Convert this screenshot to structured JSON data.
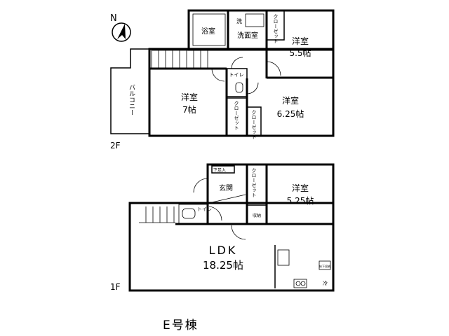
{
  "compass": {
    "north_label": "N"
  },
  "floor2": {
    "floor_label": "2F",
    "bath": "浴室",
    "wash_mark": "洗",
    "washroom": "洗面室",
    "closet_a": "クローゼット",
    "room_a": {
      "name": "洋室",
      "size": "5.5帖"
    },
    "toilet": "トイレ",
    "room_b": {
      "name": "洋室",
      "size": "7帖"
    },
    "closet_b": "クローゼット",
    "closet_c": "クローゼット",
    "room_c": {
      "name": "洋室",
      "size": "6.25帖"
    },
    "balcony": "バルコニー"
  },
  "floor1": {
    "floor_label": "1F",
    "shoe_storage": "下足入",
    "entrance": "玄関",
    "closet": "クローゼット",
    "room": {
      "name": "洋室",
      "size": "5.25帖"
    },
    "storage": "収納",
    "toilet": "トイレ",
    "ldk": {
      "name": "LDK",
      "size": "18.25帖"
    },
    "underfloor_storage": "床下収納",
    "fridge": "冷"
  },
  "building_label": "E号棟"
}
